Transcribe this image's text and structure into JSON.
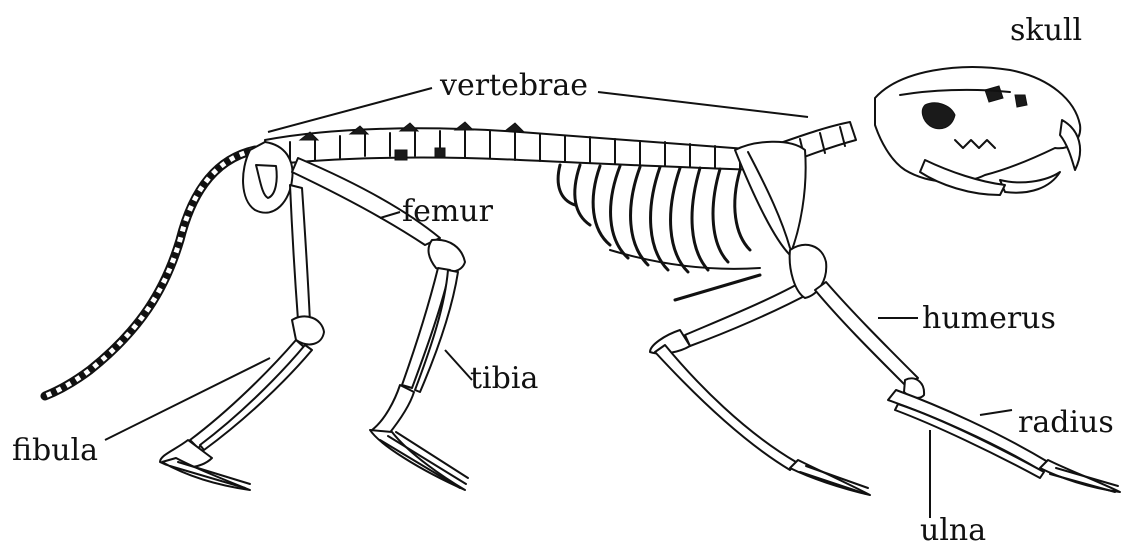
{
  "diagram": {
    "labels": {
      "skull": "skull",
      "vertebrae": "vertebrae",
      "femur": "femur",
      "humerus": "humerus",
      "tibia": "tibia",
      "radius": "radius",
      "fibula": "fibula",
      "ulna": "ulna"
    }
  }
}
